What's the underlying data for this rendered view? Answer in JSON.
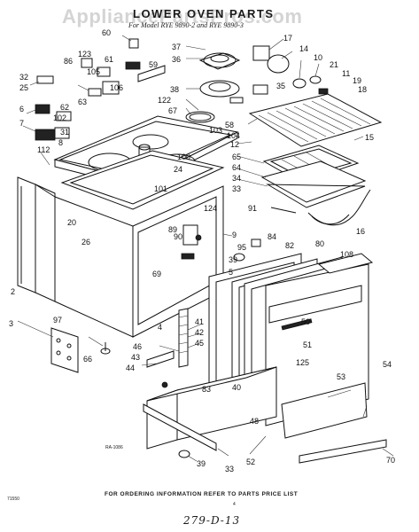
{
  "watermark": "AppliancePartsPros.com",
  "title": "LOWER OVEN PARTS",
  "subtitle": "For Model RYE 9890-2 and RYE 9890-3",
  "footer": "FOR ORDERING INFORMATION REFER TO PARTS PRICE LIST",
  "footer_code": "71550",
  "page_number": "4",
  "diagram_code": "RA-1086",
  "handwritten_note": "279-D-13",
  "part_labels": {
    "p2": "2",
    "p3": "3",
    "p4": "4",
    "p5": "5",
    "p6": "6",
    "p7": "7",
    "p8": "8",
    "p9": "9",
    "p10": "10",
    "p11": "11",
    "p12": "12",
    "p14": "14",
    "p15": "15",
    "p16": "16",
    "p17": "17",
    "p18": "18",
    "p19": "19",
    "p20": "20",
    "p21": "21",
    "p24": "24",
    "p25": "25",
    "p26": "26",
    "p31": "31",
    "p32": "32",
    "p33": "33",
    "p34": "34",
    "p35": "35",
    "p36": "36",
    "p37": "37",
    "p38": "38",
    "p39": "39",
    "p40": "40",
    "p41": "41",
    "p42": "42",
    "p43": "43",
    "p44": "44",
    "p45": "45",
    "p46": "46",
    "p48": "48",
    "p50": "50",
    "p51": "51",
    "p52": "52",
    "p53": "53",
    "p54": "54",
    "p58": "58",
    "p59": "59",
    "p60": "60",
    "p61": "61",
    "p62": "62",
    "p63": "63",
    "p64": "64",
    "p65": "65",
    "p66": "66",
    "p67": "67",
    "p69": "69",
    "p70": "70",
    "p80": "80",
    "p82": "82",
    "p83": "83",
    "p84": "84",
    "p86": "86",
    "p89": "89",
    "p90": "90",
    "p91": "91",
    "p95": "95",
    "p97": "97",
    "p100": "100",
    "p101": "101",
    "p102": "102",
    "p103": "103",
    "p104": "104",
    "p105": "105",
    "p106": "106",
    "p108": "108",
    "p112": "112",
    "p122": "122",
    "p123": "123",
    "p124": "124",
    "p125": "125"
  }
}
